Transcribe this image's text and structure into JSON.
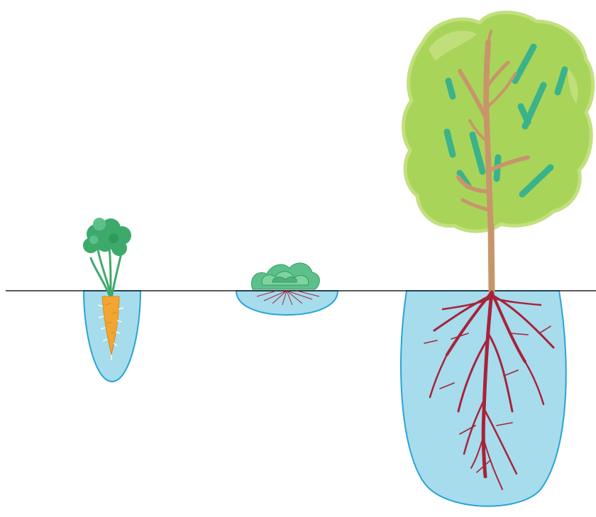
{
  "diagram": {
    "plants": [
      {
        "id": "carrot",
        "root_zone": "deep-narrow"
      },
      {
        "id": "lettuce",
        "root_zone": "shallow-wide"
      },
      {
        "id": "tree",
        "root_zone": "deep-wide"
      }
    ],
    "colors": {
      "soil_line": "#222222",
      "root_zone_fill": "#a6dcec",
      "root_zone_stroke": "#2aa3d6",
      "carrot_body": "#f2a632",
      "carrot_leaves": "#3daa6b",
      "lettuce": "#5cc08a",
      "tree_canopy": "#a9d45a",
      "tree_canopy_highlight": "#c2e07e",
      "leaf_marks": "#3bb38a",
      "trunk": "#c8956b",
      "tree_roots": "#a8223a"
    }
  }
}
